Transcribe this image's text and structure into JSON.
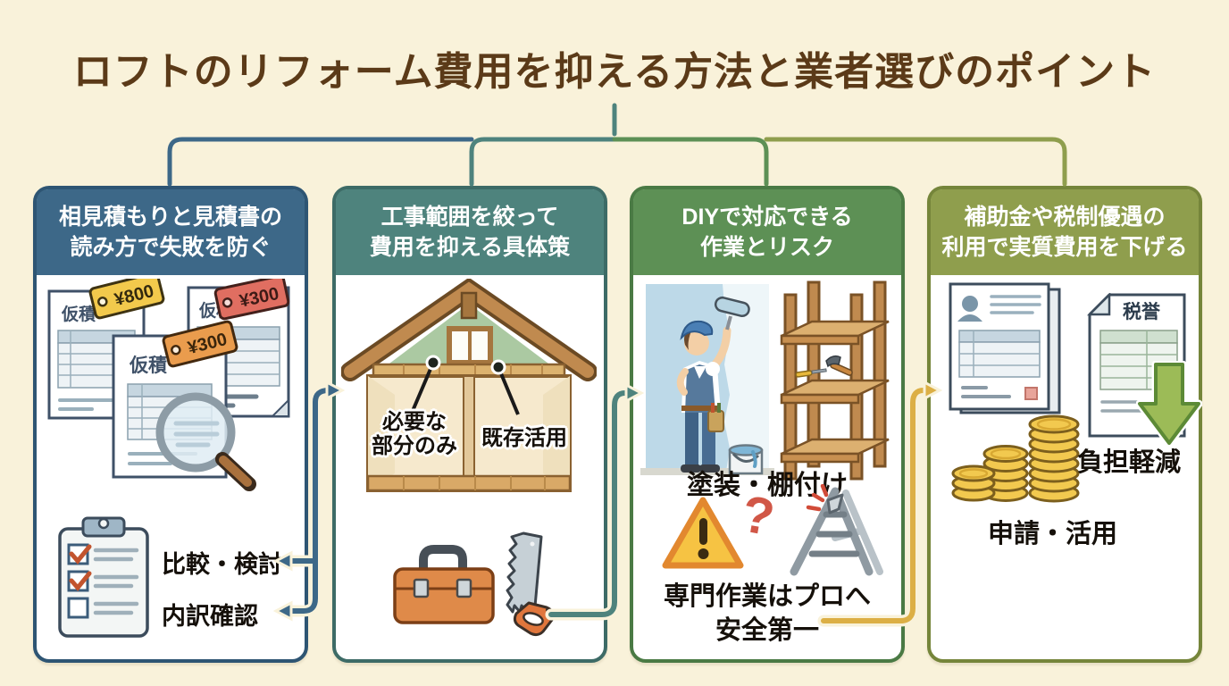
{
  "page": {
    "title": "ロフトのリフォーム費用を抑える方法と業者選びのポイント",
    "background_color": "#f9f2da",
    "title_color": "#5b3a18"
  },
  "panels": [
    {
      "id": "estimates",
      "header_line1": "相見積もりと見積書の",
      "header_line2": "読み方で失敗を防ぐ",
      "accent": "#3d6888",
      "border": "#2e5573",
      "content": {
        "document_label": "仮積",
        "price_tags": [
          "¥800",
          "¥300",
          "¥300"
        ],
        "tag_colors": [
          "#f2c94c",
          "#e06e61",
          "#ea9c4d"
        ],
        "checklist_labels": [
          "比較・検討",
          "内訳確認"
        ]
      }
    },
    {
      "id": "scope",
      "header_line1": "工事範囲を絞って",
      "header_line2": "費用を抑える具体策",
      "accent": "#4e837d",
      "border": "#3d6b66",
      "content": {
        "callout_necessary_line1": "必要な",
        "callout_necessary_line2": "部分のみ",
        "callout_existing": "既存活用"
      }
    },
    {
      "id": "diy",
      "header_line1": "DIYで対応できる",
      "header_line2": "作業とリスク",
      "accent": "#5d9055",
      "border": "#4a7a44",
      "content": {
        "tasks_label": "塗装・棚付け",
        "question_mark": "?",
        "warning_line1": "専門作業はプロへ",
        "warning_line2": "安全第一"
      }
    },
    {
      "id": "subsidy",
      "header_line1": "補助金や税制優遇の",
      "header_line2": "利用で実質費用を下げる",
      "accent": "#8f9e4d",
      "border": "#75853a",
      "content": {
        "tax_doc_label": "税誉",
        "reduction_label": "負担軽減",
        "apply_label": "申請・活用"
      }
    }
  ],
  "connectors": {
    "stem_color": "#4e837d",
    "branch_colors": [
      "#3d6888",
      "#4e837d",
      "#5d9055",
      "#8f9e4d"
    ],
    "arrow_panel1_panel2_color": "#3d6888",
    "arrow_panel2_panel3_color": "#4e837d",
    "arrow_panel3_panel4_color": "#dcaf45"
  }
}
